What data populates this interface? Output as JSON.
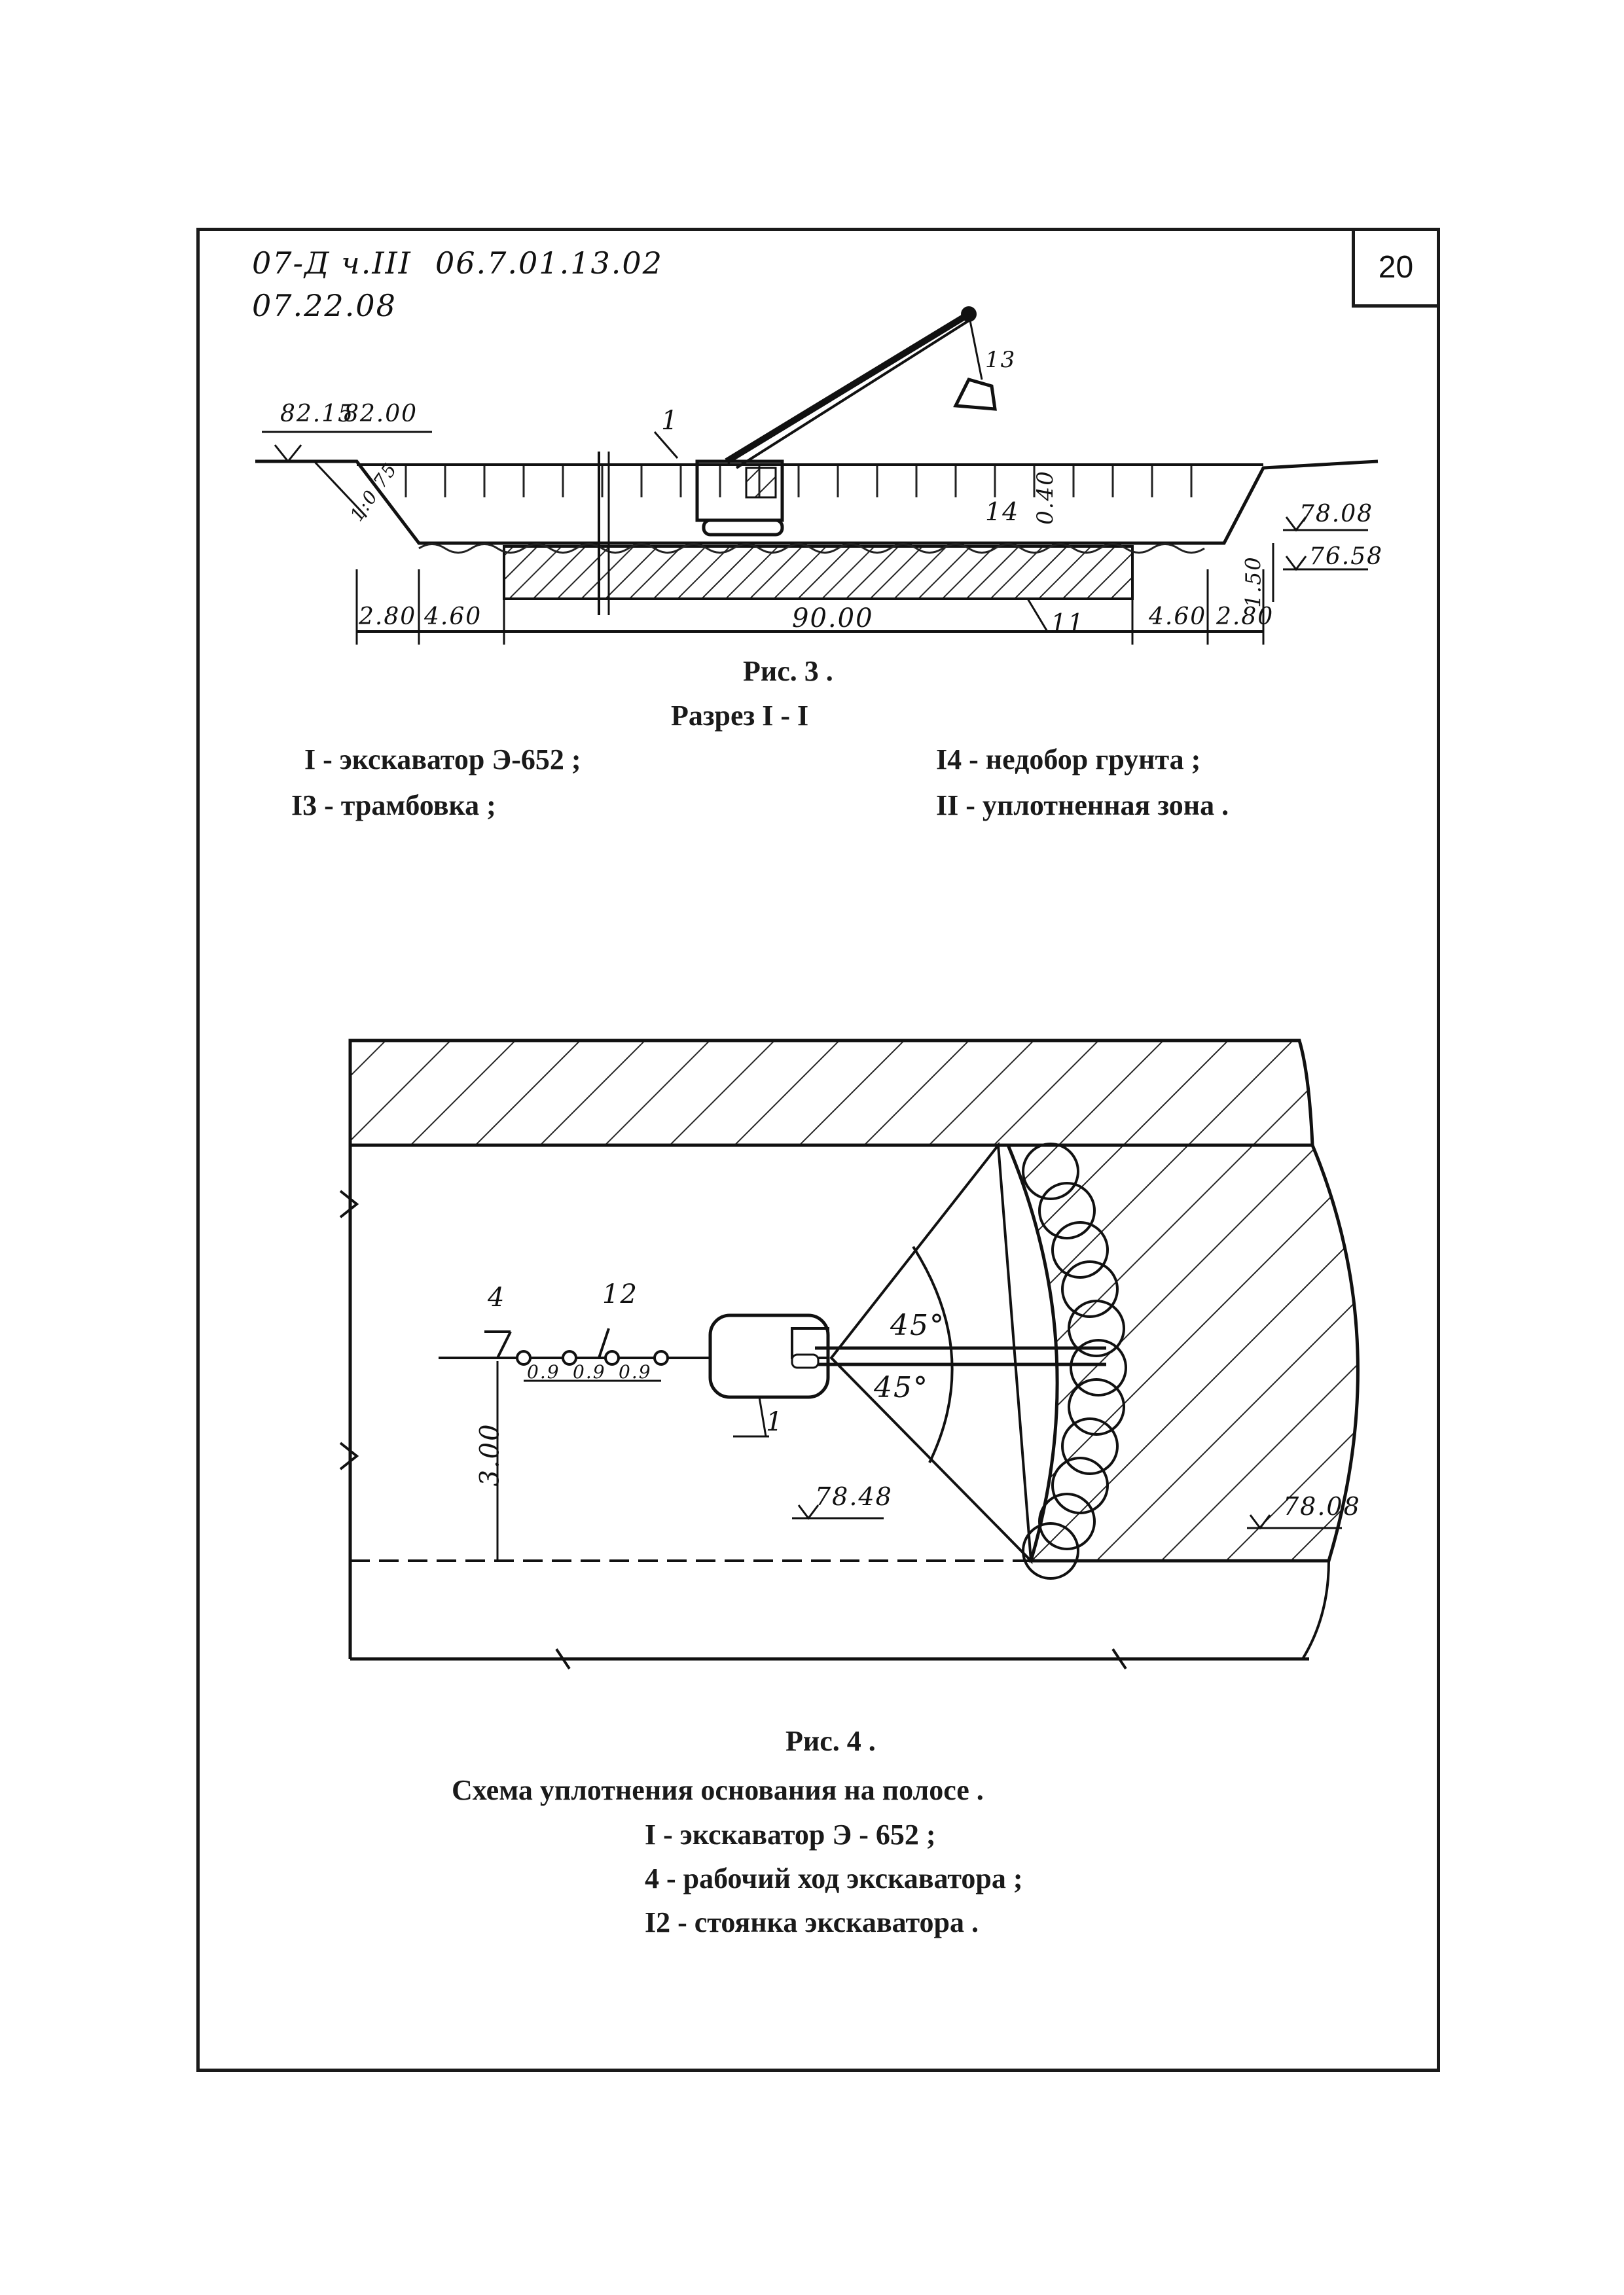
{
  "header": {
    "code_line1_left": "07-Д ч.III",
    "code_line1_right": "06.7.01.13.02",
    "code_line2": "07.22.08",
    "page_number": "20"
  },
  "figure3": {
    "marks": {
      "mark_1": "1",
      "mark_13": "13",
      "mark_14": "14",
      "mark_11": "11"
    },
    "elevations": {
      "top_left": "82.15",
      "top_left2": "82.00",
      "right_upper": "78.08",
      "right_lower": "76.58",
      "slope": "1:0.75"
    },
    "dims": {
      "d1": "2.80",
      "d2": "4.60",
      "d3": "90.00",
      "d4": "4.60",
      "d5": "2.80",
      "depth1": "0.40",
      "depth2": "1.50"
    },
    "caption_fig": "Рис. 3 .",
    "caption_section": "Разрез I - I",
    "legend": [
      "I - экскаватор Э-652 ;",
      "I4 - недобор грунта ;",
      "I3 - трамбовка ;",
      "II - уплотненная зона ."
    ]
  },
  "figure4": {
    "labels": {
      "mark_4": "4",
      "mark_12": "12",
      "mark_1": "1",
      "angle_upper": "45°",
      "angle_lower": "45°",
      "step1": "0.9",
      "step2": "0.9",
      "step3": "0.9",
      "width": "3.00",
      "elev_left": "78.48",
      "elev_right": "78.08"
    },
    "caption_fig": "Рис. 4 .",
    "caption_title": "Схема уплотнения основания на полосе .",
    "legend": [
      "I - экскаватор Э - 652 ;",
      "4 - рабочий ход экскаватора ;",
      "I2 - стоянка экскаватора ."
    ]
  }
}
